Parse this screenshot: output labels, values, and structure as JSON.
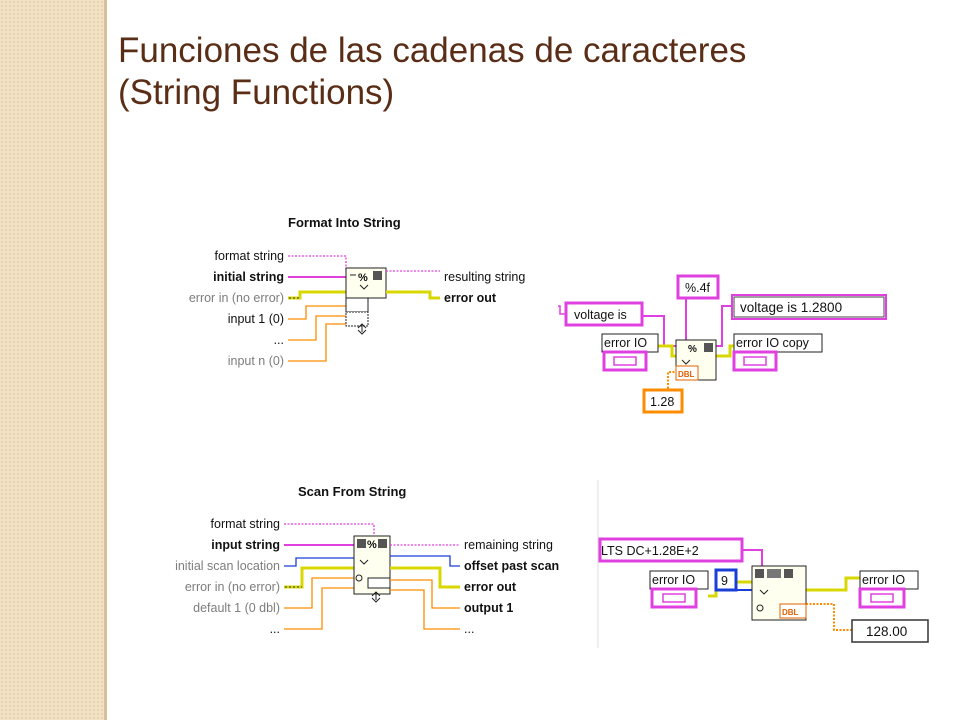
{
  "slide": {
    "title_line1": "Funciones de las cadenas de caracteres",
    "title_line2": "(String Functions)"
  },
  "format_into_string": {
    "heading": "Format Into String",
    "inputs": [
      "format string",
      "initial string",
      "error in (no error)",
      "input 1 (0)",
      "...",
      "input n (0)"
    ],
    "outputs": [
      "resulting string",
      "error out"
    ]
  },
  "format_example": {
    "string_const": "voltage is",
    "format_const": "%.4f",
    "result_indicator": "voltage is 1.2800",
    "error_in_label": "error IO",
    "error_out_label": "error IO copy",
    "numeric_const": "1.28",
    "type_tag": "DBL"
  },
  "scan_from_string": {
    "heading": "Scan From String",
    "inputs": [
      "format string",
      "input string",
      "initial scan location",
      "error in (no error)",
      "default 1 (0 dbl)",
      "..."
    ],
    "outputs": [
      "remaining string",
      "offset past scan",
      "error out",
      "output 1",
      "..."
    ]
  },
  "scan_example": {
    "string_const": "LTS DC+1.28E+2",
    "error_in_label": "error IO",
    "error_out_label": "error IO",
    "numeric_const": "9",
    "result_indicator": "128.00",
    "type_tag": "DBL"
  },
  "colors": {
    "title": "#5a2d16",
    "string_wire": "#e040e0",
    "error_wire": "#d8d800",
    "numeric_wire": "#ff8c00",
    "integer_wire": "#1a3fd6"
  }
}
